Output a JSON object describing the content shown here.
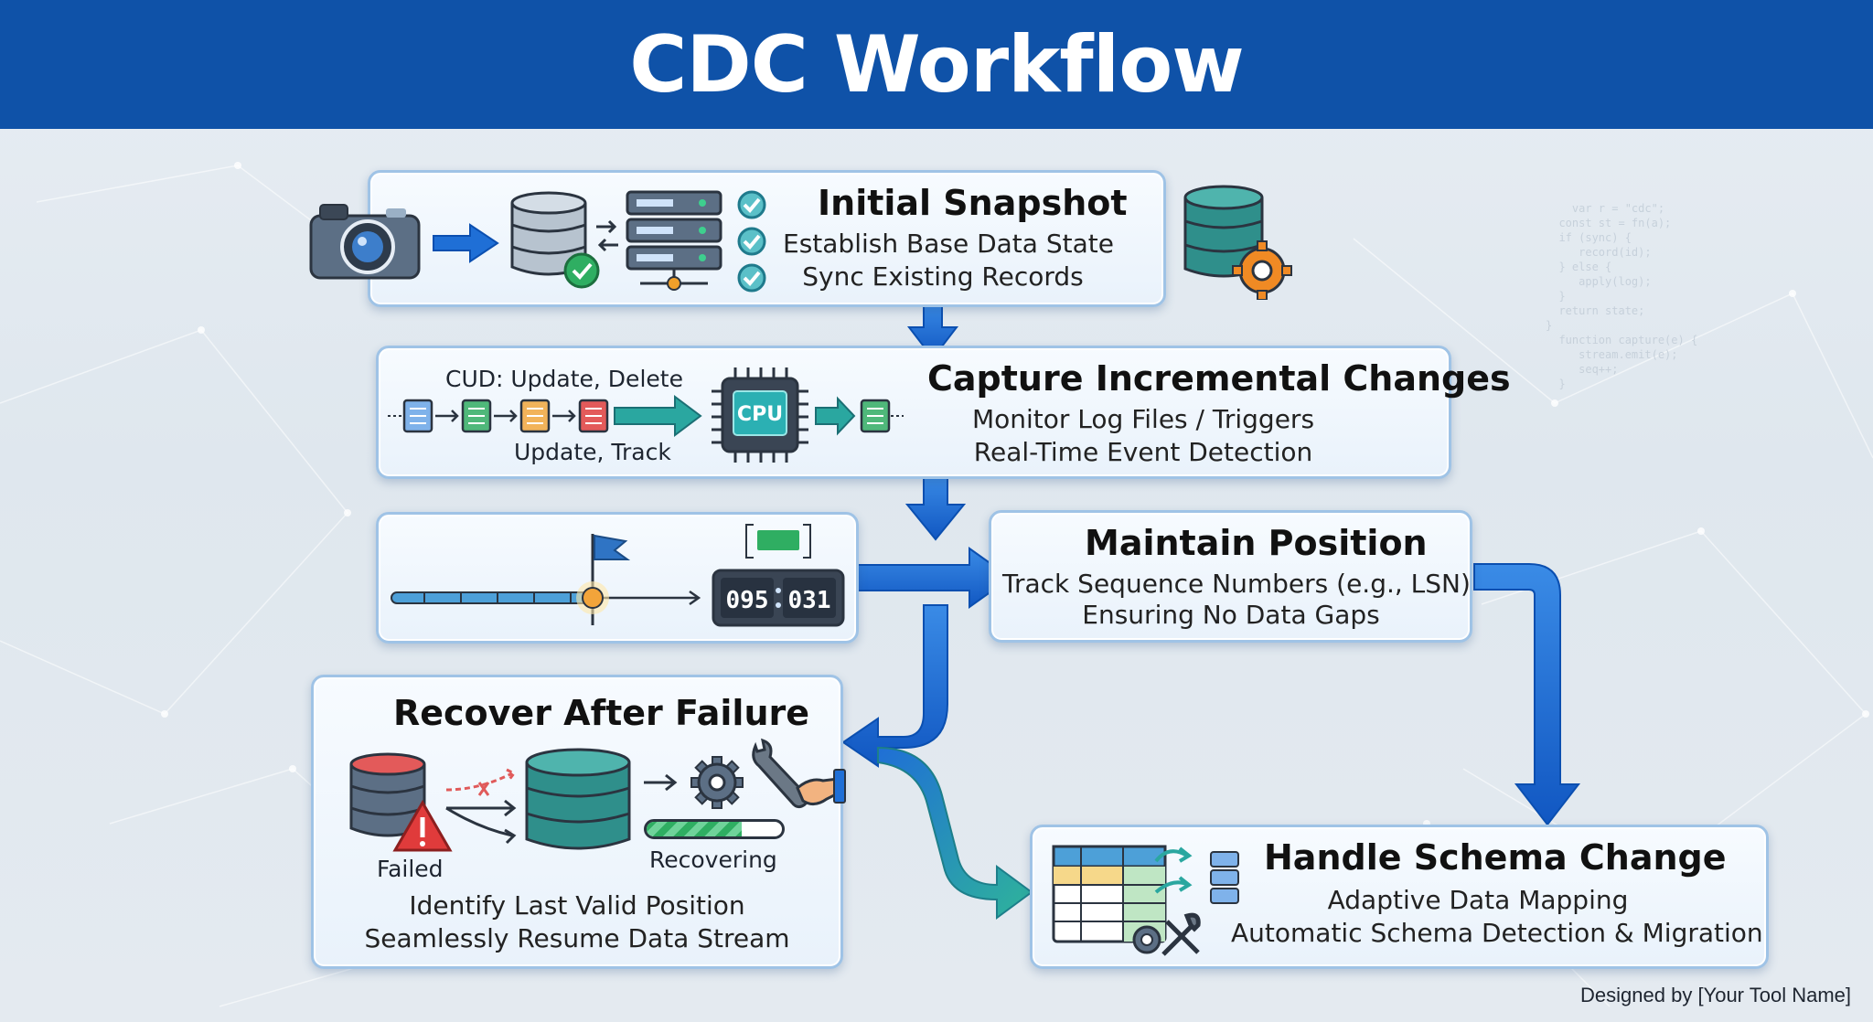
{
  "header": {
    "title": "CDC Workflow"
  },
  "steps": {
    "snapshot": {
      "title": "Initial Snapshot",
      "line1": "Establish Base Data State",
      "line2": "Sync Existing Records"
    },
    "capture": {
      "title": "Capture Incremental Changes",
      "line1": "Monitor Log Files / Triggers",
      "line2": "Real-Time Event Detection",
      "cud_label": "CUD: Update, Delete",
      "track_label": "Update, Track",
      "cpu_label": "CPU"
    },
    "position": {
      "title": "Maintain Position",
      "line1": "Track Sequence Numbers (e.g., LSN)",
      "line2": "Ensuring No Data Gaps",
      "counter_left": "095",
      "counter_right": "031"
    },
    "recover": {
      "title": "Recover After Failure",
      "line1": "Identify Last Valid Position",
      "line2": "Seamlessly Resume Data Stream",
      "failed_label": "Failed",
      "recovering_label": "Recovering",
      "progress": 0.7
    },
    "schema": {
      "title": "Handle Schema Change",
      "line1": "Adaptive Data Mapping",
      "line2": "Automatic Schema Detection & Migration"
    }
  },
  "footer": {
    "credit": "Designed by [Your Tool Name]"
  },
  "colors": {
    "header": "#0f52a8",
    "arrow": "#1f6fd6",
    "arrow_dark": "#0b4fb0",
    "accent_teal": "#29a8a0",
    "failed_red": "#e05a5a"
  }
}
